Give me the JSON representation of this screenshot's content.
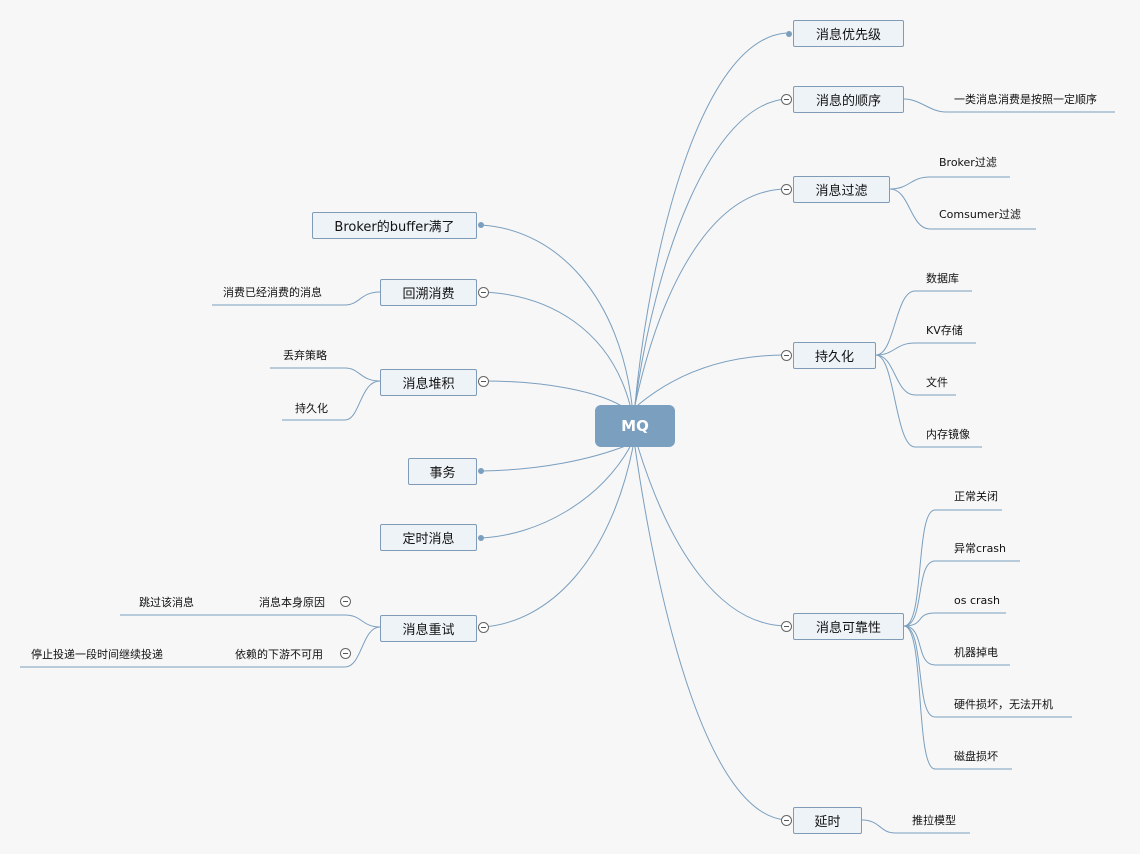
{
  "root": {
    "label": "MQ"
  },
  "right": [
    {
      "label": "消息优先级",
      "children": []
    },
    {
      "label": "消息的顺序",
      "children": [
        "一类消息消费是按照一定顺序"
      ]
    },
    {
      "label": "消息过滤",
      "children": [
        "Broker过滤",
        "Comsumer过滤"
      ]
    },
    {
      "label": "持久化",
      "children": [
        "数据库",
        "KV存储",
        "文件",
        "内存镜像"
      ]
    },
    {
      "label": "消息可靠性",
      "children": [
        "正常关闭",
        "异常crash",
        "os crash",
        "机器掉电",
        "硬件损坏，无法开机",
        "磁盘损坏"
      ]
    },
    {
      "label": "延时",
      "children": [
        "推拉模型"
      ]
    }
  ],
  "left": [
    {
      "label": "Broker的buffer满了",
      "children": []
    },
    {
      "label": "回溯消费",
      "children": [
        "消费已经消费的消息"
      ]
    },
    {
      "label": "消息堆积",
      "children": [
        "丢弃策略",
        "持久化"
      ]
    },
    {
      "label": "事务",
      "children": []
    },
    {
      "label": "定时消息",
      "children": []
    },
    {
      "label": "消息重试",
      "children": [
        {
          "label": "消息本身原因",
          "children": [
            "跳过该消息"
          ]
        },
        {
          "label": "依赖的下游不可用",
          "children": [
            "停止投递一段时间继续投递"
          ]
        }
      ]
    }
  ],
  "colors": {
    "line": "#7a9fbf",
    "root_fill": "#7a9fbf",
    "topic_fill": "#eef3f8",
    "topic_border": "#7f9bb8"
  }
}
